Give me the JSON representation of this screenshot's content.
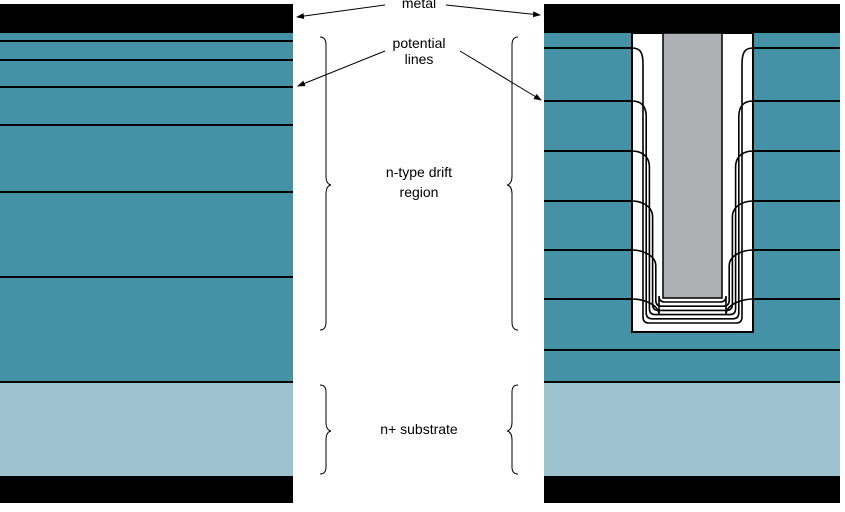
{
  "labels": {
    "metal": "metal",
    "potential_line_1": "potential",
    "potential_line_2": "lines",
    "drift_line_1": "n-type drift",
    "drift_line_2": "region",
    "substrate": "n+ substrate"
  },
  "colors": {
    "metal": "#000000",
    "drift_region": "#4591a6",
    "substrate": "#9dc2d0",
    "oxide": "#ffffff",
    "trench_electrode": "#aeb0b3",
    "line": "#000000"
  }
}
